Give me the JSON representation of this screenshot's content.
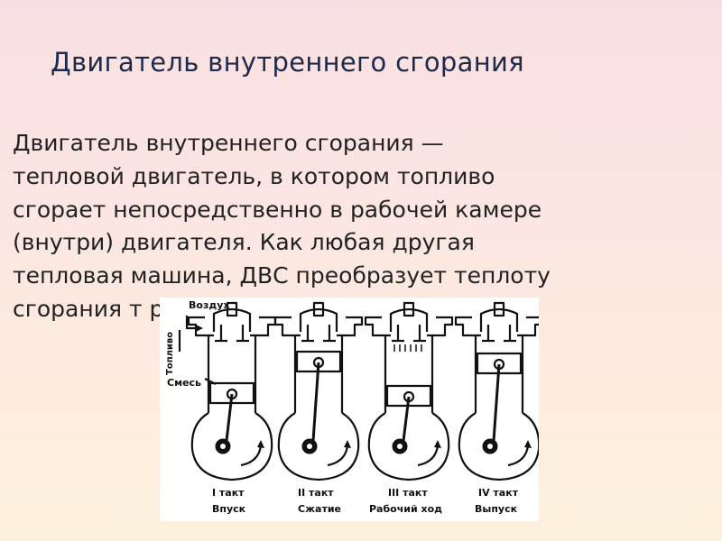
{
  "slide": {
    "title": "Двигатель внутреннего сгорания",
    "paragraph_lines": [
      "Двигатель внутреннего сгорания —",
      "тепловой двигатель, в котором топливо",
      "сгорает непосредственно в рабочей камере",
      "(внутри) двигателя. Как любая другая",
      "тепловая машина, ДВС преобразует теплоту",
      "сгорания т                                                       работу."
    ]
  },
  "figure": {
    "labels": {
      "air": "Воздух",
      "fuel": "Топливо",
      "mixture": "Смесь"
    },
    "strokes": [
      {
        "number": "I такт",
        "name": "Впуск"
      },
      {
        "number": "II такт",
        "name": "Сжатие"
      },
      {
        "number": "III такт",
        "name": "Рабочий ход"
      },
      {
        "number": "IV такт",
        "name": "Выпуск"
      }
    ]
  }
}
